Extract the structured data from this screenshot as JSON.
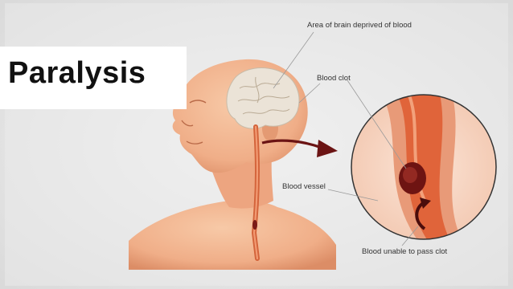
{
  "title": "Paralysis",
  "labels": {
    "area_deprived": "Area of brain deprived of blood",
    "blood_clot": "Blood clot",
    "blood_vessel": "Blood vessel",
    "blood_unable": "Blood unable to pass clot"
  },
  "colors": {
    "skin": "#f2b48f",
    "skin_shadow": "#d98a63",
    "brain": "#e9e2d6",
    "vessel": "#d96a3a",
    "clot": "#8a1d1a",
    "arrow": "#6b1414",
    "title_text": "#111111"
  }
}
